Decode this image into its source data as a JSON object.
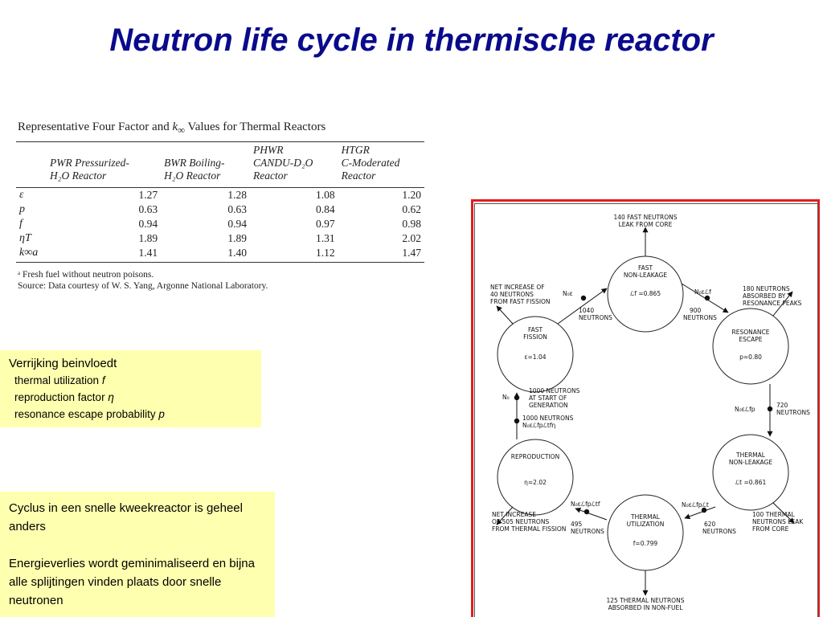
{
  "slide": {
    "title": "Neutron life cycle in thermische reactor"
  },
  "table": {
    "caption_text": "Representative Four Factor and ",
    "caption_symbol": "k",
    "caption_sub": "∞",
    "caption_tail": " Values for Thermal Reactors",
    "columns": [
      {
        "l1": "",
        "l2": "PWR Pressurized-",
        "l3": "H₂O Reactor"
      },
      {
        "l1": "",
        "l2": "BWR Boiling-",
        "l3": "H₂O Reactor"
      },
      {
        "l1": "PHWR",
        "l2": "CANDU-D₂O",
        "l3": "Reactor"
      },
      {
        "l1": "HTGR",
        "l2": "C-Moderated",
        "l3": "Reactor"
      }
    ],
    "rows": [
      {
        "symbol": "ε",
        "values": [
          "1.27",
          "1.28",
          "1.08",
          "1.20"
        ]
      },
      {
        "symbol": "p",
        "values": [
          "0.63",
          "0.63",
          "0.84",
          "0.62"
        ]
      },
      {
        "symbol": "f",
        "values": [
          "0.94",
          "0.94",
          "0.97",
          "0.98"
        ]
      },
      {
        "symbol": "ηT",
        "values": [
          "1.89",
          "1.89",
          "1.31",
          "2.02"
        ]
      },
      {
        "symbol": "k∞a",
        "values": [
          "1.41",
          "1.40",
          "1.12",
          "1.47"
        ]
      }
    ],
    "footnote": "ᵃ Fresh fuel without neutron poisons.",
    "source": "Source: Data courtesy of W. S. Yang, Argonne National Laboratory."
  },
  "verrijking": {
    "heading": "Verrijking beinvloedt",
    "items": [
      {
        "text": "thermal utilization ",
        "symbol": "f"
      },
      {
        "text": "reproduction factor  ",
        "symbol": "η"
      },
      {
        "text": "resonance escape probability ",
        "symbol": "p"
      }
    ]
  },
  "cyclus": {
    "p1": "Cyclus in een snelle kweekreactor is geheel anders",
    "p2": "Energieverlies wordt geminimaliseerd en bijna alle splijtingen vinden plaats door snelle neutronen"
  },
  "diagram": {
    "colors": {
      "frame": "#e21d1d",
      "ink": "#111111",
      "box": "#ffffb0",
      "title": "#0a0a8c"
    },
    "nodes": {
      "fast_nonleakage": {
        "l1": "FAST",
        "l2": "NON-LEAKAGE",
        "value": "ℒf =0.865"
      },
      "resonance_escape": {
        "l1": "RESONANCE",
        "l2": "ESCAPE",
        "value": "p=0.80"
      },
      "thermal_nonleakage": {
        "l1": "THERMAL",
        "l2": "NON-LEAKAGE",
        "value": "ℒt =0.861"
      },
      "thermal_utilization": {
        "l1": "THERMAL",
        "l2": "UTILIZATION",
        "value": "f=0.799"
      },
      "reproduction": {
        "l1": "REPRODUCTION",
        "value": "η=2.02"
      },
      "fast_fission": {
        "l1": "FAST",
        "l2": "FISSION",
        "value": "ε=1.04"
      }
    },
    "labels": {
      "top_loss_1": "140 FAST NEUTRONS",
      "top_loss_2": "LEAK FROM CORE",
      "res_loss_1": "180 NEUTRONS",
      "res_loss_2": "ABSORBED BY",
      "res_loss_3": "RESONANCE PEAKS",
      "res_in_1": "900",
      "res_in_2": "NEUTRONS",
      "res_in_sym": "N₀εℒf",
      "th_in_1": "720",
      "th_in_2": "NEUTRONS",
      "th_in_sym": "N₀εℒfp",
      "th_loss_1": "100 THERMAL",
      "th_loss_2": "NEUTRONS LEAK",
      "th_loss_3": "FROM CORE",
      "tu_in_1": "620",
      "tu_in_2": "NEUTRONS",
      "tu_in_sym": "N₀εℒfpℒt",
      "tu_loss_1": "125 THERMAL NEUTRONS",
      "tu_loss_2": "ABSORBED IN NON-FUEL",
      "rep_in_1": "495",
      "rep_in_2": "NEUTRONS",
      "rep_in_sym": "N₀εℒfpℒtf",
      "rep_gain_1": "NET INCREASE",
      "rep_gain_2": "OF 505 NEUTRONS",
      "rep_gain_3": "FROM THERMAL FISSION",
      "gen_out_1": "1000 NEUTRONS",
      "gen_out_sym": "N₀εℒfpℒtfη",
      "start_1": "1000 NEUTRONS",
      "start_2": "AT START OF",
      "start_3": "GENERATION",
      "start_sym": "N₀",
      "ff_gain_1": "NET INCREASE OF",
      "ff_gain_2": "40 NEUTRONS",
      "ff_gain_3": "FROM FAST FISSION",
      "ff_out_sym": "N₀ε",
      "ff_out_1": "1040",
      "ff_out_2": "NEUTRONS"
    }
  }
}
